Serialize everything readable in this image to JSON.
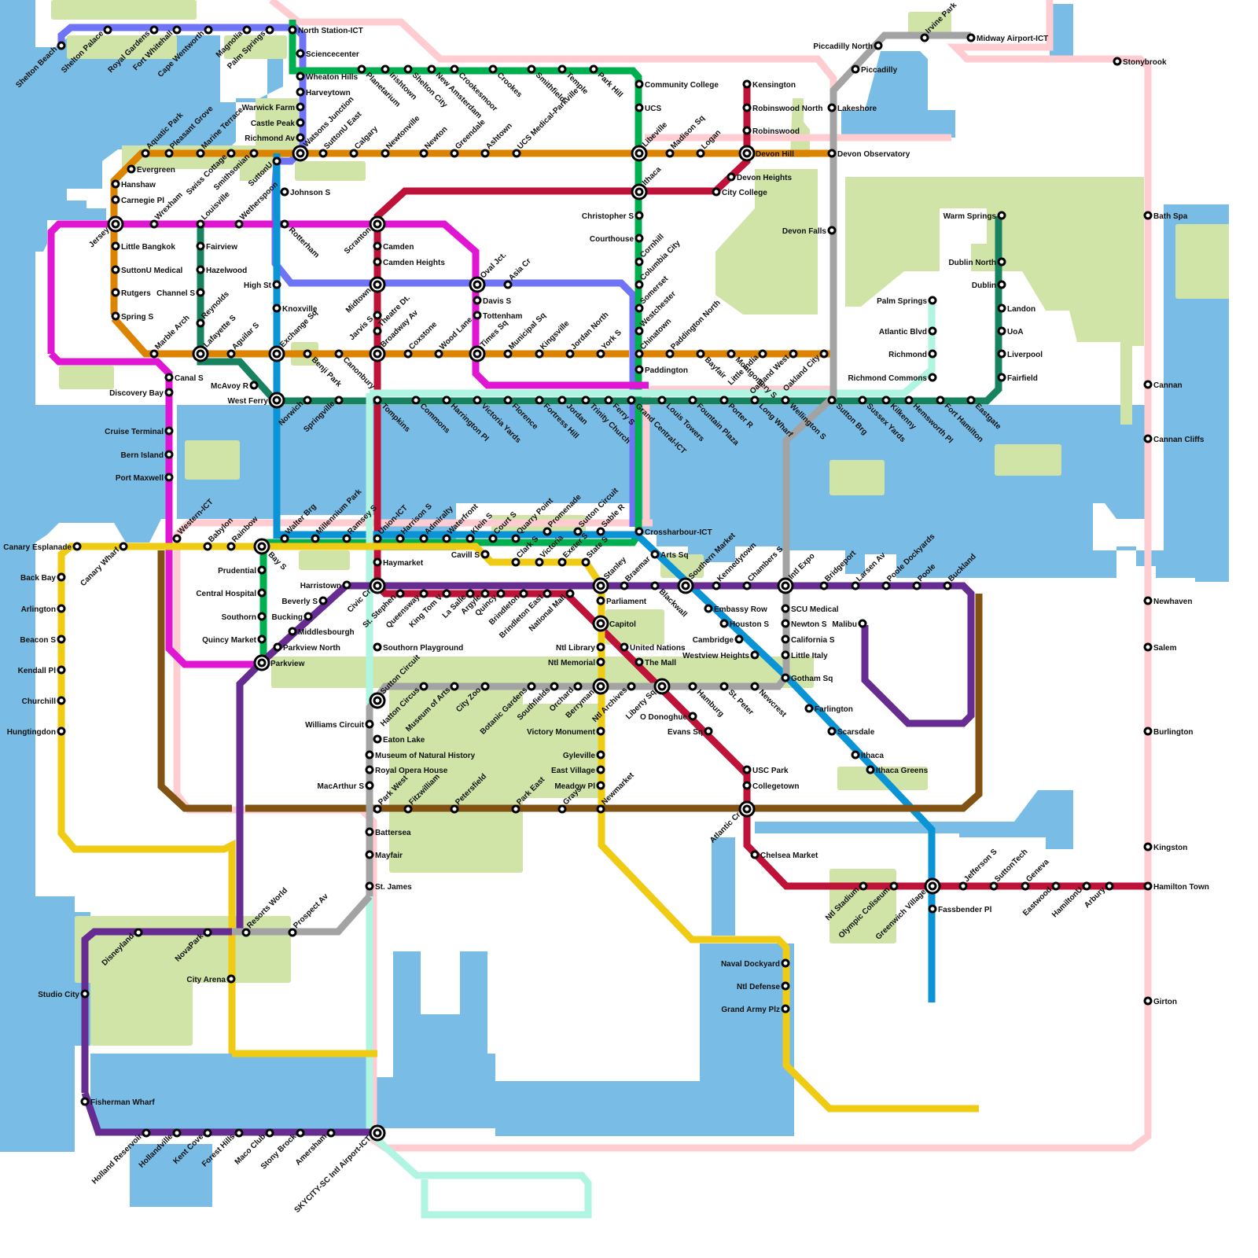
{
  "title": "Transit Network Map",
  "lines": {
    "blue_violet": {
      "color": "#6f73f5"
    },
    "green": {
      "color": "#00b050"
    },
    "orange": {
      "color": "#dc8400"
    },
    "magenta": {
      "color": "#e016d2"
    },
    "crimson": {
      "color": "#bf1238"
    },
    "sky": {
      "color": "#0a94d6"
    },
    "teal": {
      "color": "#168260"
    },
    "mint": {
      "color": "#aff5e1"
    },
    "yellow": {
      "color": "#f0cb14"
    },
    "purple": {
      "color": "#662c91"
    },
    "brown": {
      "color": "#825212"
    },
    "gray": {
      "color": "#a3a3a3"
    },
    "pink": {
      "color": "#ffccd2"
    }
  },
  "map_colors": {
    "water": "#79bde6",
    "park": "#d0e4a8"
  },
  "stations": [
    "Shelton Beach",
    "Shelton Palace",
    "Royal Gardens",
    "Fort Whitehall",
    "Cape Wentworth",
    "Magnolia",
    "Palm Springs",
    "North Station-ICT",
    "Sciencecenter",
    "Wheaton Hills",
    "Harveytown",
    "Warwick Farm",
    "Castle Peak",
    "Richmond Av",
    "Watsons Junction",
    "SuttonU East",
    "Calgary",
    "Newtonville",
    "Newton",
    "Greendale",
    "Ashtown",
    "UCS Medical-Parkville",
    "Libeville",
    "Madison Sq",
    "Logan",
    "Devon Hill",
    "Devon Observatory",
    "Aquatic Park",
    "Pleasant Grove",
    "Marine Terrace",
    "Swiss Cottage",
    "Smithsonian",
    "SuttonU",
    "Evergreen",
    "Hanshaw",
    "Carnegie Pl",
    "Jersey",
    "Wrexham",
    "Louisville",
    "Wetherspoon",
    "Johnson S",
    "Rotterham",
    "Scranton",
    "Little Bangkok",
    "SuttonU Medical",
    "Rutgers",
    "Spring S",
    "Fairview",
    "Hazelwood",
    "Channel S",
    "Reynolds",
    "High St",
    "Knoxville",
    "Planetarium",
    "Irishtown",
    "Shelton City",
    "New Amsterdam",
    "Crookesmoor",
    "Crookes",
    "Smithfield",
    "Temple",
    "Park Hill",
    "Community College",
    "UCS",
    "Ithaca",
    "Christopher S",
    "Courthouse",
    "Cornhill",
    "Columbia City",
    "Somerset",
    "Westchester",
    "Chinatown",
    "Paddington",
    "Camden",
    "Camden Heights",
    "Midtown",
    "Oval Jct.",
    "Asia Cr",
    "Davis S",
    "Tottenham",
    "Jarvis S",
    "Theatre Dt.",
    "Broadway Av",
    "Coxstone",
    "Wood Lane",
    "Times Sq",
    "Municipal Sq",
    "Kingsville",
    "Jordan North",
    "York S",
    "Marble Arch",
    "Lafayette S",
    "Aguilar S",
    "Exchange Sq",
    "Benji Park",
    "Canonbury",
    "Canal S",
    "Discovery Bay",
    "McAvoy R",
    "West Ferry",
    "Norwich",
    "Springville",
    "Tompkins",
    "Commons",
    "Harrington Pl",
    "Victoria Yards",
    "Florence",
    "Fortress Hill",
    "Jordan",
    "Trinity Church",
    "Ferry S",
    "Grand Central-ICT",
    "Louis Towers",
    "Fountain Plaza",
    "Porter R",
    "Long Wharf",
    "Wellington S",
    "Sutton Brg",
    "Sussex Yards",
    "Kilkenny",
    "Hemsworth Pl",
    "Fort Hamilton",
    "Eastgate",
    "Kensington",
    "Robinswood North",
    "Robinswood",
    "Devon Heights",
    "City College",
    "Piccadilly North",
    "Irvine Park",
    "Midway Airport-ICT",
    "Piccadilly",
    "Lakeshore",
    "Devon Falls",
    "Stonybrook",
    "Paddington North",
    "Bayfair",
    "Montgomery S",
    "Little India",
    "Oakland West",
    "Oakland City",
    "Palm Springs",
    "Atlantic Blvd",
    "Richmond",
    "Richmond Commons",
    "Warm Springs",
    "Dublin North",
    "Dublin",
    "Landon",
    "UoA",
    "Liverpool",
    "Fairfield",
    "Bath Spa",
    "Cannan",
    "Cannan Cliffs",
    "Cruise Terminal",
    "Bern Island",
    "Port Maxwell",
    "Canary Wharf",
    "Canary Esplanade",
    "Western-ICT",
    "Babylon",
    "Rainbow",
    "Bay S",
    "Walter Brg",
    "Millennium Park",
    "Ramsey S",
    "Union-ICT",
    "Harrison S",
    "Admiralty",
    "Waterfront",
    "Klein S",
    "Court S",
    "Quarry Point",
    "Promenade",
    "Sutton Circuit",
    "Sable R",
    "Crossharbour-ICT",
    "Cavill S",
    "Clark S",
    "Victoria",
    "Exeter S",
    "State S",
    "Haymarket",
    "Arts Sq",
    "Back Bay",
    "Arlington",
    "Beacon S",
    "Kendall Pl",
    "Churchill",
    "Hungtingdon",
    "Prudential",
    "Central Hospital",
    "Southorn",
    "Quincy Market",
    "Parkview",
    "Harristown",
    "Beverly S",
    "Bucking",
    "Middlesbourgh",
    "Parkview North",
    "Civic Cr",
    "St. Stephen",
    "Queensway",
    "King Tom V",
    "La Salle",
    "Argyle",
    "Quincy",
    "Brindleton",
    "Brindleton East",
    "National Mall",
    "Stanley",
    "Braemar",
    "Blackwall",
    "Southern Market",
    "Kennedytown",
    "Chambers S",
    "Intl Expo",
    "Bridgeport",
    "Larsen Av",
    "Poole Dockyards",
    "Poole",
    "Buckland",
    "Parliament",
    "Capitol",
    "Ntl Library",
    "Ntl Memorial",
    "United Nations",
    "The Mall",
    "Embassy Row",
    "Houston S",
    "Cambridge",
    "Westview Heights",
    "SCU Medical",
    "Newton S",
    "California S",
    "Little Italy",
    "Gotham Sq",
    "Malibu",
    "Southorn Playground",
    "Sutton Circuit",
    "Hatton Circus",
    "Museum of Arts",
    "City Zoo",
    "Botanic Gardens",
    "Southfields",
    "Orchard",
    "Berryman",
    "Ntl Archives",
    "Liberty Sq",
    "Hamburg",
    "St. Peter",
    "Newcrest",
    "O Donoghue",
    "Evans Sq",
    "Farlington",
    "Scarsdale",
    "Ithaca",
    "Ithaca Greens",
    "USC Park",
    "Collegetown",
    "Atlantic Cr",
    "Chelsea Market",
    "Williams Circuit",
    "Eaton Lake",
    "Museum of Natural History",
    "Royal Opera House",
    "MacArthur S",
    "Park West",
    "Fitzwilliam",
    "Petersfield",
    "Park East",
    "Grays",
    "Newmarket",
    "Victory Monument",
    "Gyleville",
    "East Village",
    "Meadow Pl",
    "Battersea",
    "Mayfair",
    "St. James",
    "Ntl Stadium",
    "Olympic Coliseum",
    "Greenwich Village",
    "Fassbender Pl",
    "Jefferson S",
    "SuttonTech",
    "Geneva",
    "Eastwood",
    "HamiltonU",
    "Arbury",
    "Hamilton Town",
    "Newhaven",
    "Salem",
    "Burlington",
    "Kingston",
    "Girton",
    "Naval Dockyard",
    "Ntl Defense",
    "Grand Army Plz",
    "Studio City",
    "Disneyland",
    "NovaPark",
    "Resorts World",
    "Prospect Av",
    "City Arena",
    "Fisherman Wharf",
    "Holland Reservoir",
    "Hollandville",
    "Kent Cove",
    "Forest Hills",
    "Maco Club",
    "Stony Brock",
    "Amersham",
    "SKYCITY-SC Intl Airport-ICT"
  ]
}
